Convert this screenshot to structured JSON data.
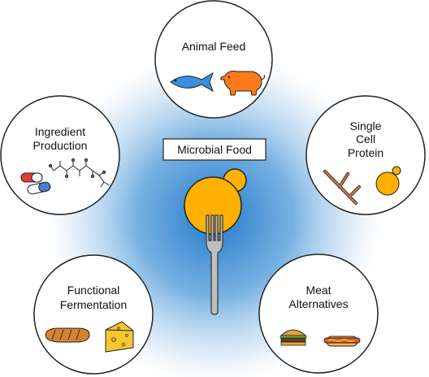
{
  "center": {
    "label": "Microbial Food",
    "accent": "#ffb000",
    "glow": "#1f78c8"
  },
  "nodes": [
    {
      "id": "animal-feed",
      "lines": [
        "Animal Feed"
      ],
      "icons": [
        "fish-icon",
        "pig-icon"
      ]
    },
    {
      "id": "single-cell-protein",
      "lines": [
        "Single",
        "Cell",
        "Protein"
      ],
      "icons": [
        "fungal-branch-icon",
        "yeast-cell-icon"
      ]
    },
    {
      "id": "meat-alternatives",
      "lines": [
        "Meat",
        "Alternatives"
      ],
      "icons": [
        "burger-icon",
        "hotdog-icon"
      ]
    },
    {
      "id": "functional-fermentation",
      "lines": [
        "Functional",
        "Fermentation"
      ],
      "icons": [
        "bread-icon",
        "cheese-icon"
      ]
    },
    {
      "id": "ingredient-production",
      "lines": [
        "Ingredient",
        "Production"
      ],
      "icons": [
        "capsule-icon",
        "molecule-icon"
      ]
    }
  ],
  "colors": {
    "fish": "#3a8fe0",
    "pig": "#ff7a1a",
    "branch": "#c8743a",
    "burger_bun": "#e8a33a",
    "hotdog": "#e3572b",
    "bread": "#d4822f",
    "cheese": "#f6c631",
    "capsule_red": "#e23b3b",
    "capsule_blue": "#4d7bd6"
  }
}
